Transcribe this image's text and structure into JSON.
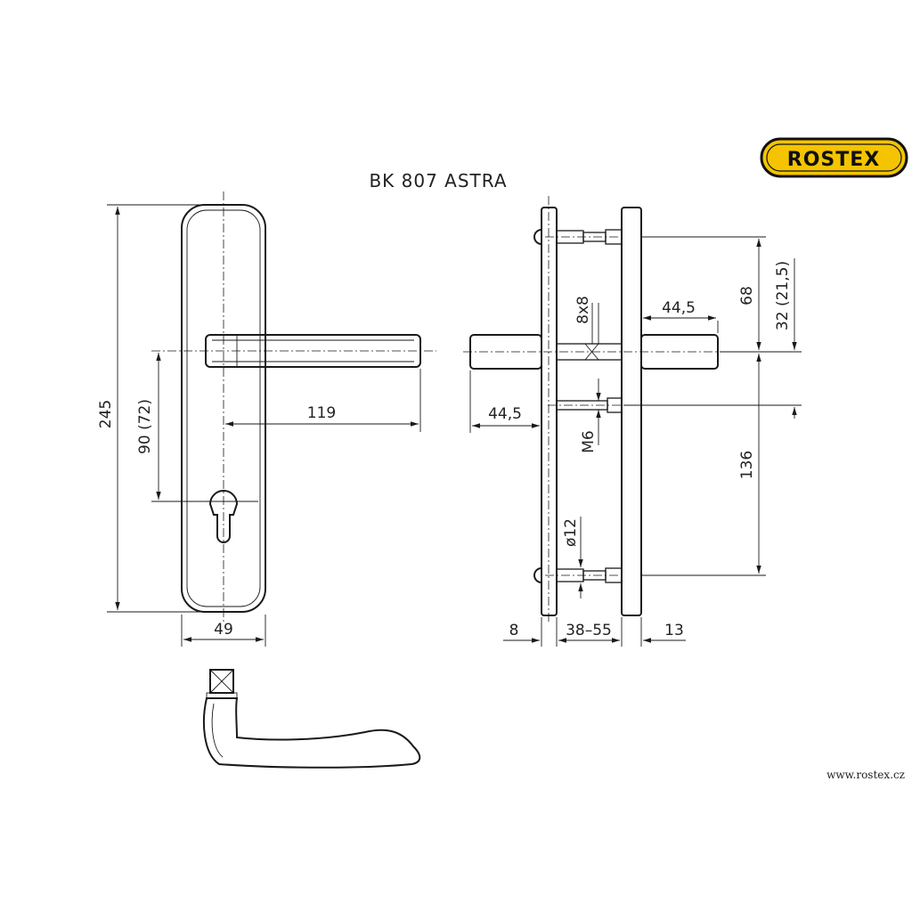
{
  "title": "BK  807  ASTRA",
  "logo": {
    "text": "ROSTEX",
    "color": "#f4c400"
  },
  "website": "www.rostex.cz",
  "dimensions": {
    "height_total": "245",
    "handle_length": "119",
    "distance": "90 (72)",
    "width": "49",
    "spindle_right": "44,5",
    "spindle_left": "44,5",
    "square": "8x8",
    "screw": "M6",
    "diameter": "ø12",
    "upper": "68",
    "upper_alt": "32 (21,5)",
    "lower": "136",
    "outer_plate": "8",
    "door_thickness": "38–55",
    "inner_plate": "13"
  }
}
